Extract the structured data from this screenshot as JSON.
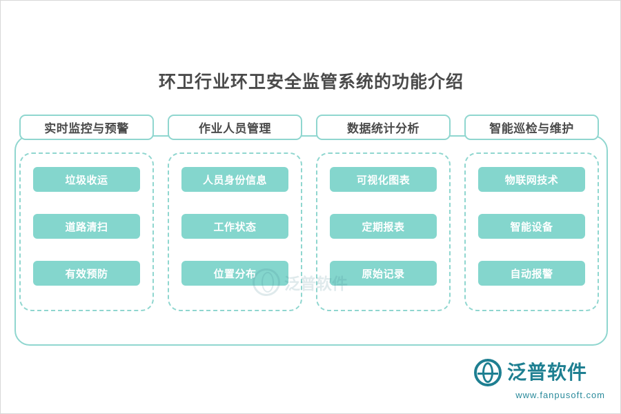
{
  "page": {
    "title": "环卫行业环卫安全监管系统的功能介绍"
  },
  "diagram": {
    "columns": [
      {
        "header": "实时监控与预警",
        "items": [
          "垃圾收运",
          "道路清扫",
          "有效预防"
        ]
      },
      {
        "header": "作业人员管理",
        "items": [
          "人员身份信息",
          "工作状态",
          "位置分布"
        ]
      },
      {
        "header": "数据统计分析",
        "items": [
          "可视化图表",
          "定期报表",
          "原始记录"
        ]
      },
      {
        "header": "智能巡检与维护",
        "items": [
          "物联网技术",
          "智能设备",
          "自动报警"
        ]
      }
    ]
  },
  "watermark": {
    "text": "泛普软件"
  },
  "logo": {
    "name": "泛普软件",
    "url": "www.fanpusoft.com"
  },
  "colors": {
    "accent": "#84d6cd",
    "border": "#8fd6cf",
    "text": "#4a4a4a",
    "logo": "#1e7f91"
  }
}
